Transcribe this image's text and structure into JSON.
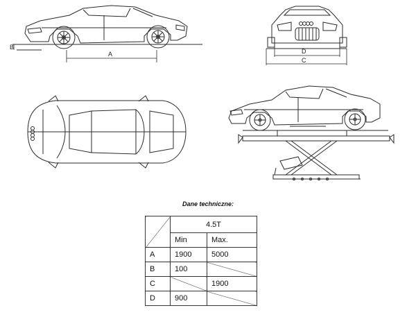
{
  "dimension_labels": {
    "a": "A",
    "b": "B",
    "c": "C",
    "d": "D"
  },
  "spec": {
    "title": "Dane techniczne:",
    "model": "4.5T",
    "col_min": "Min",
    "col_max": "Max.",
    "rows": [
      {
        "label": "A",
        "min": "1900",
        "max": "5000"
      },
      {
        "label": "B",
        "min": "100",
        "max": ""
      },
      {
        "label": "C",
        "min": "",
        "max": "1900"
      },
      {
        "label": "D",
        "min": "900",
        "max": ""
      }
    ]
  }
}
